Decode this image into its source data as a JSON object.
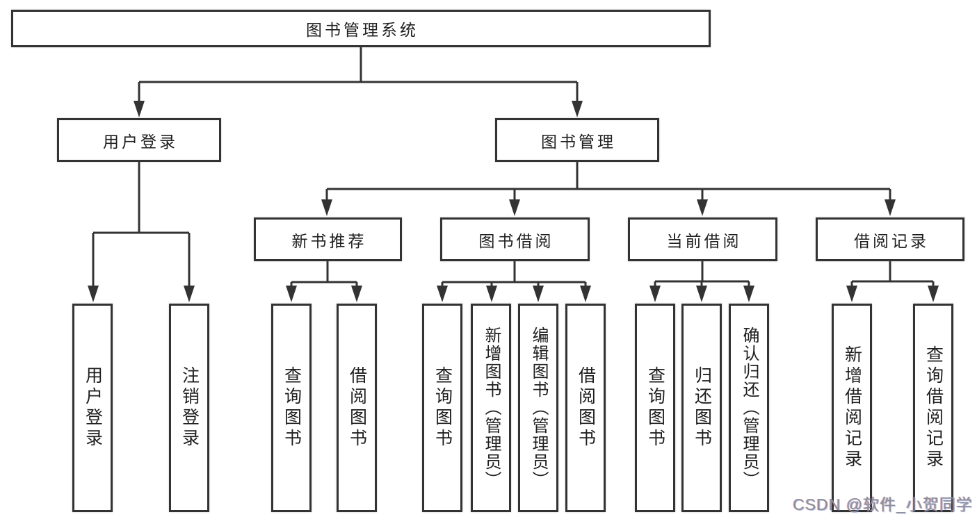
{
  "colors": {
    "line": "#333333",
    "text": "#1f1f1f",
    "background": "#ffffff",
    "watermark": "#8d9095"
  },
  "diagram": {
    "title": "图书管理系统",
    "level2": [
      {
        "label": "用户登录"
      },
      {
        "label": "图书管理"
      }
    ],
    "level3": [
      {
        "label": "新书推荐"
      },
      {
        "label": "图书借阅"
      },
      {
        "label": "当前借阅"
      },
      {
        "label": "借阅记录"
      }
    ],
    "leaves": [
      {
        "label": "用户登录"
      },
      {
        "label": "注销登录"
      },
      {
        "label": "查询图书"
      },
      {
        "label": "借阅图书"
      },
      {
        "label": "查询图书"
      },
      {
        "label": "新增图书（管理员）"
      },
      {
        "label": "编辑图书（管理员）"
      },
      {
        "label": "借阅图书"
      },
      {
        "label": "查询图书"
      },
      {
        "label": "归还图书"
      },
      {
        "label": "确认归还（管理员）"
      },
      {
        "label": "新增借阅记录"
      },
      {
        "label": "查询借阅记录"
      }
    ]
  },
  "watermark": {
    "text": "CSDN @软件_小贺同学"
  }
}
